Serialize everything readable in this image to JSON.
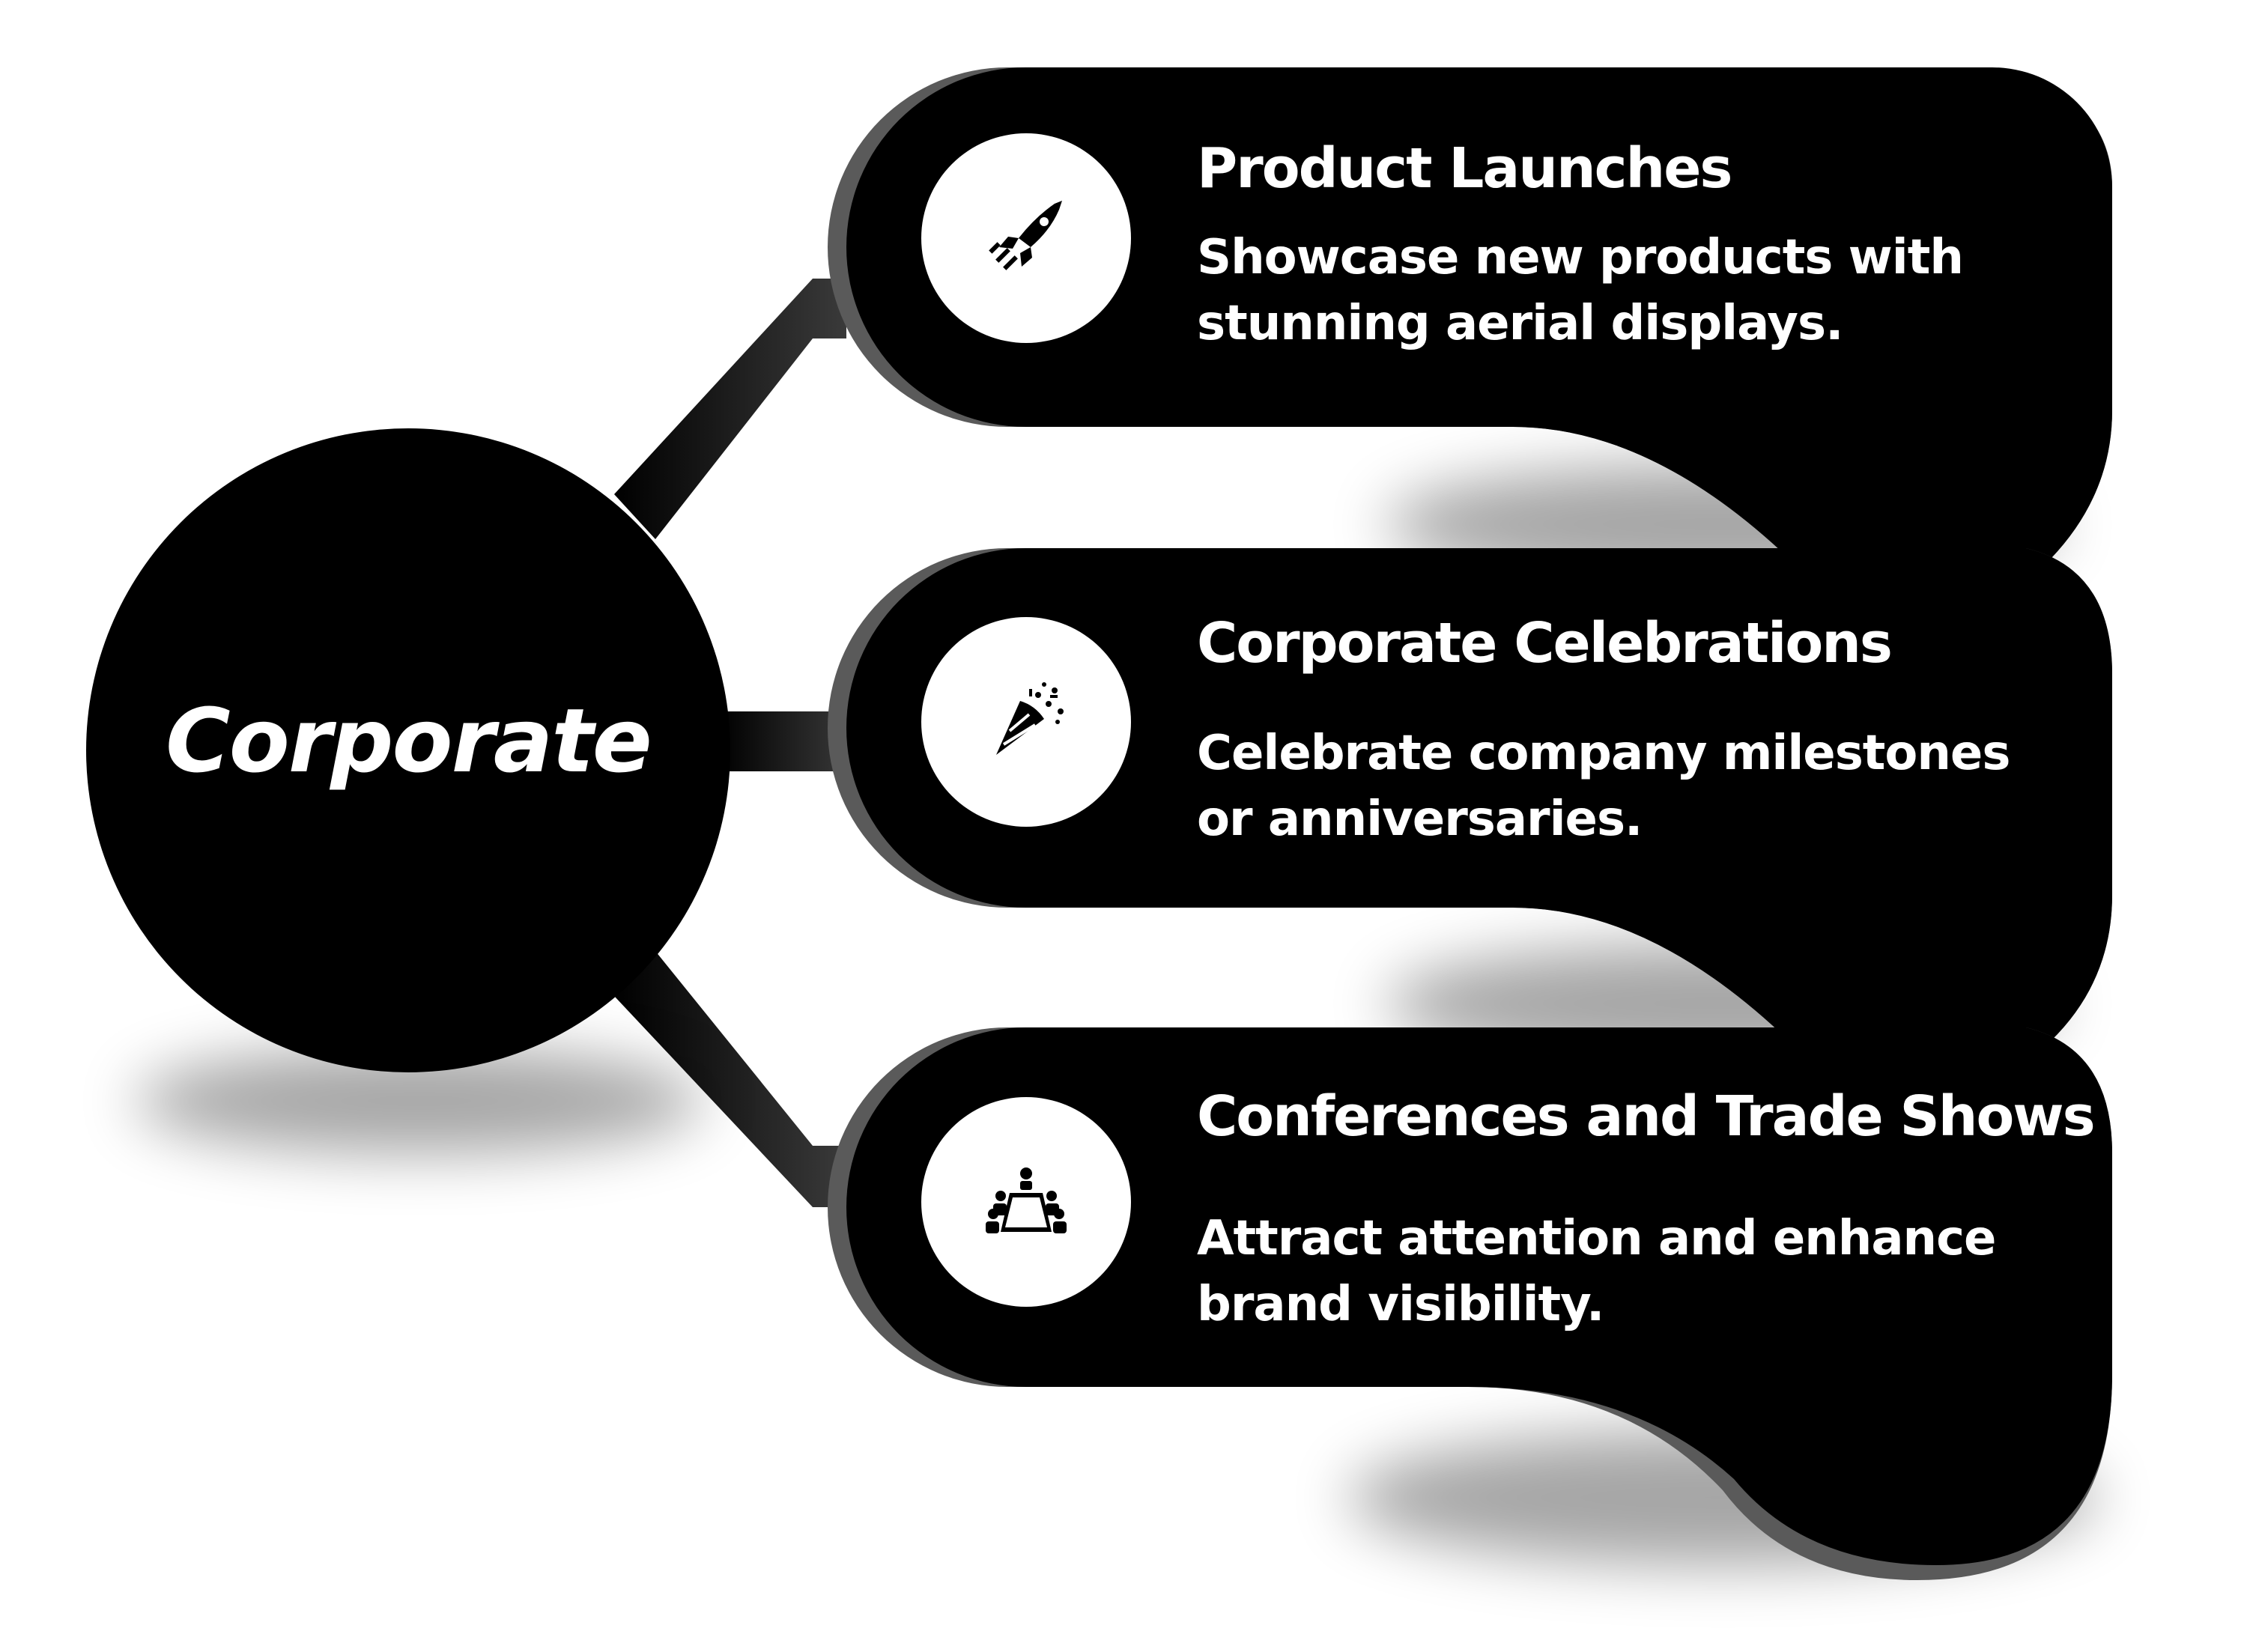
{
  "diagram": {
    "hub": {
      "label": "Corporate"
    },
    "branches": [
      {
        "icon": "rocket-icon",
        "title": "Product Launches",
        "description": "Showcase new products with stunning aerial displays."
      },
      {
        "icon": "party-popper-icon",
        "title": "Corporate Celebrations",
        "description": "Celebrate company milestones or anniversaries."
      },
      {
        "icon": "meeting-table-icon",
        "title": "Conferences and Trade Shows",
        "description": "Attract attention and enhance brand visibility."
      }
    ],
    "colors": {
      "shape_fill": "#000000",
      "shadow": "#5a5a5a",
      "connector": "#222222",
      "text": "#ffffff",
      "icon_bg": "#ffffff"
    }
  }
}
